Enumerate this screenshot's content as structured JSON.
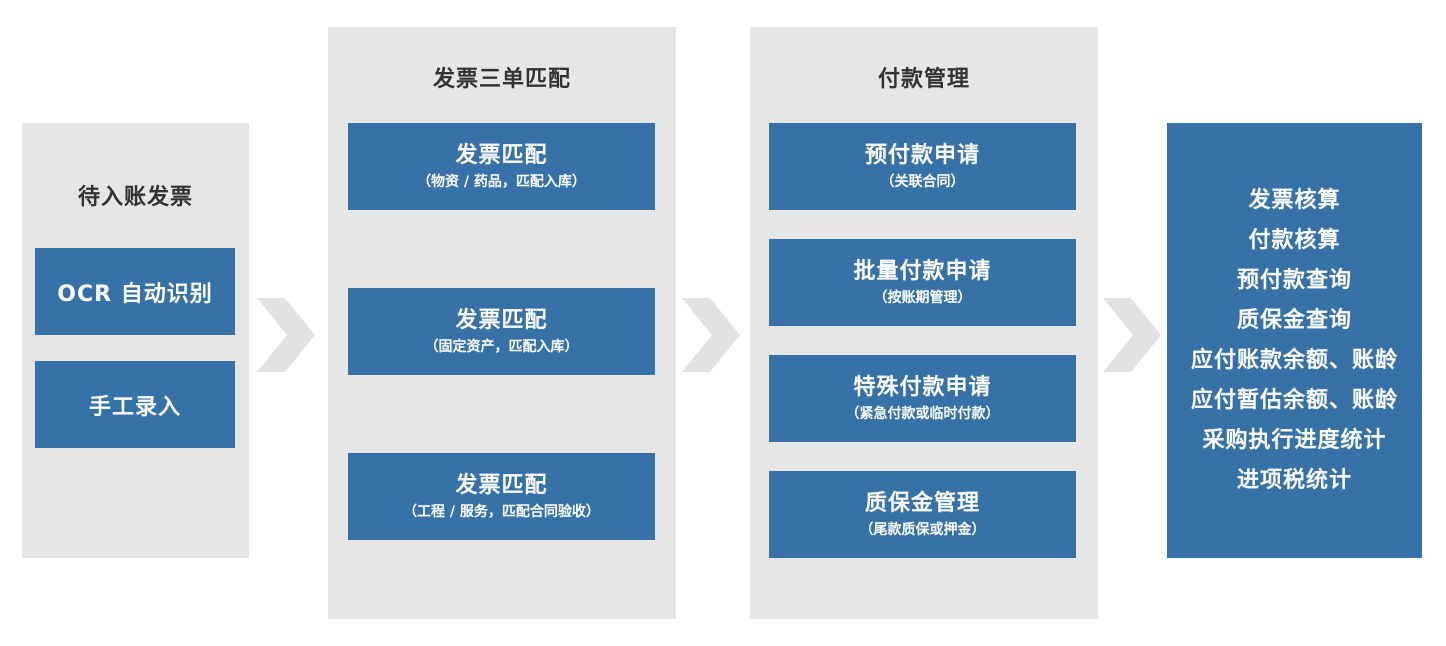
{
  "stage1": {
    "title": "待入账发票",
    "items": [
      "OCR 自动识别",
      "手工录入"
    ]
  },
  "stage2": {
    "title": "发票三单匹配",
    "items": [
      {
        "title": "发票匹配",
        "sub": "（物资 / 药品，匹配入库）"
      },
      {
        "title": "发票匹配",
        "sub": "（固定资产，匹配入库）"
      },
      {
        "title": "发票匹配",
        "sub": "（工程 / 服务，匹配合同验收）"
      }
    ]
  },
  "stage3": {
    "title": "付款管理",
    "items": [
      {
        "title": "预付款申请",
        "sub": "（关联合同）"
      },
      {
        "title": "批量付款申请",
        "sub": "（按账期管理）"
      },
      {
        "title": "特殊付款申请",
        "sub": "（紧急付款或临时付款）"
      },
      {
        "title": "质保金管理",
        "sub": "（尾款质保或押金）"
      }
    ]
  },
  "stage4": {
    "items": [
      "发票核算",
      "付款核算",
      "预付款查询",
      "质保金查询",
      "应付账款余额、账龄",
      "应付暂估余额、账龄",
      "采购执行进度统计",
      "进项税统计"
    ]
  },
  "colors": {
    "panel_bg": "#e6e6e6",
    "box_bg": "#3672a8",
    "arrow": "#e2e2e2",
    "title_text": "#333333"
  },
  "icons": [
    "chevron-right-icon"
  ]
}
